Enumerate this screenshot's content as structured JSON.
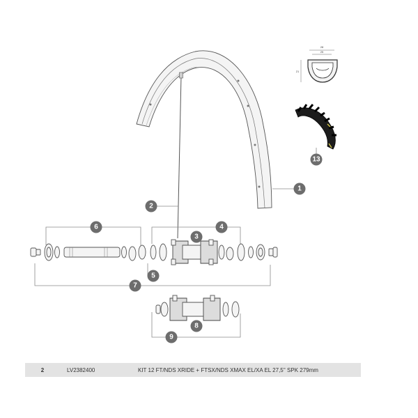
{
  "callouts": {
    "c1": "1",
    "c2": "2",
    "c3": "3",
    "c4": "4",
    "c5": "5",
    "c6": "6",
    "c7": "7",
    "c8": "8",
    "c9": "9",
    "c13": "13"
  },
  "rim_profile": {
    "width_outer": "28",
    "width_inner": "25",
    "height": "21"
  },
  "parts_table": {
    "rows": [
      {
        "num": "2",
        "ref": "LV2382400",
        "desc": "KIT 12 FT/NDS XRIDE + FTSX/NDS XMAX EL/XA EL 27,5'' SPK 279mm"
      }
    ]
  },
  "colors": {
    "callout": "#6d6d6d",
    "row_bg": "#e3e3e3",
    "tire_accent": "#d4c84a"
  }
}
